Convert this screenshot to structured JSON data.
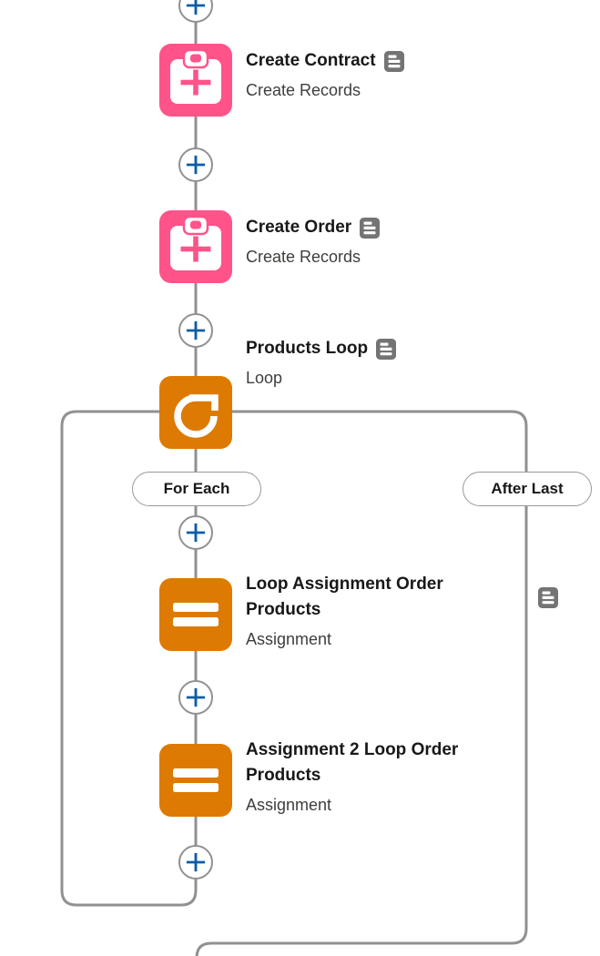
{
  "app": "flow-builder-canvas",
  "colors": {
    "create_records_pink": "#ff538a",
    "loop_assignment_orange": "#dd7a01",
    "plus_blue": "#0b5cab",
    "connector_gray": "#919191",
    "description_icon_gray": "#747474",
    "title_text": "#181818",
    "subtitle_text": "#3e3e3c"
  },
  "nodes": [
    {
      "title": "Create Contract",
      "type": "Create Records",
      "icon": "create-records-clipboard-icon",
      "has_description": true
    },
    {
      "title": "Create Order",
      "type": "Create Records",
      "icon": "create-records-clipboard-icon",
      "has_description": true
    },
    {
      "title": "Products Loop",
      "type": "Loop",
      "icon": "loop-icon",
      "has_description": true
    },
    {
      "title": "Loop Assignment Order Products",
      "type": "Assignment",
      "icon": "assignment-equals-icon",
      "has_description": true
    },
    {
      "title": "Assignment 2 Loop Order Products",
      "type": "Assignment",
      "icon": "assignment-equals-icon",
      "has_description": false
    }
  ],
  "branches": {
    "for_each": "For Each",
    "after_last": "After Last"
  },
  "add_button": {
    "count": 6,
    "icon": "plus-icon"
  }
}
